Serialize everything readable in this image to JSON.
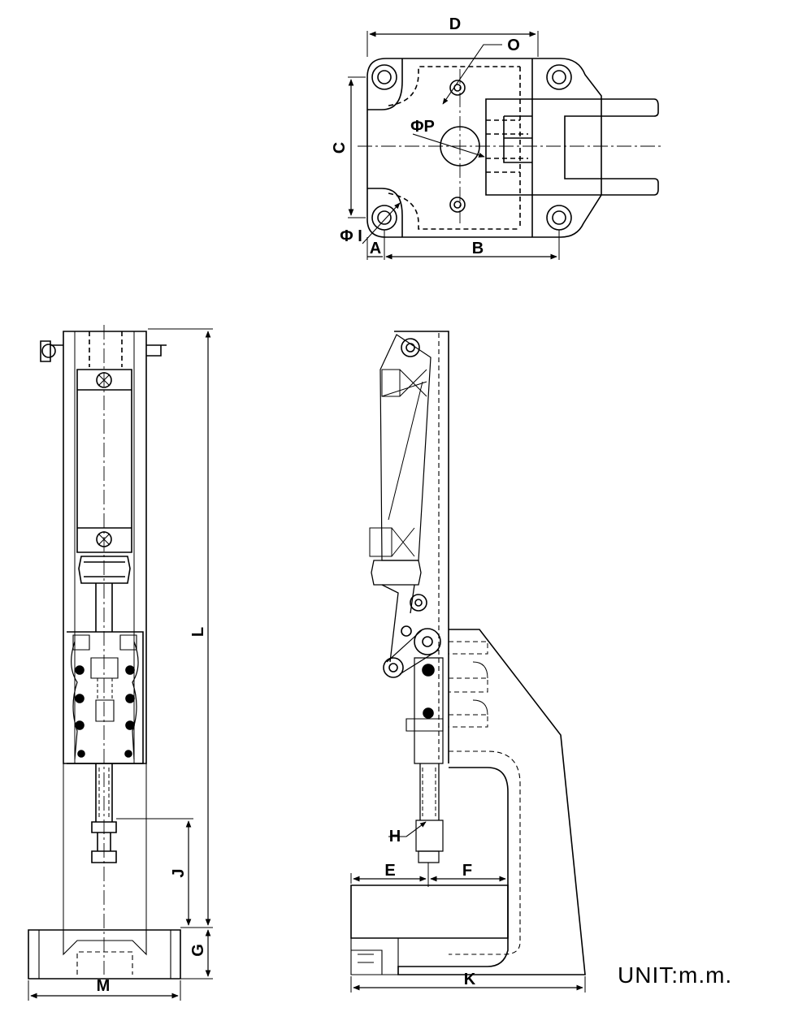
{
  "labels": {
    "top_view": {
      "D": "D",
      "O": "O",
      "P": "ΦP",
      "C": "C",
      "I": "Φ I",
      "A": "A",
      "B": "B"
    },
    "front_view": {
      "L": "L",
      "J": "J",
      "G": "G",
      "M": "M"
    },
    "side_view": {
      "H": "H",
      "E": "E",
      "F": "F",
      "K": "K"
    }
  },
  "unit_note": "UNIT:m.m."
}
